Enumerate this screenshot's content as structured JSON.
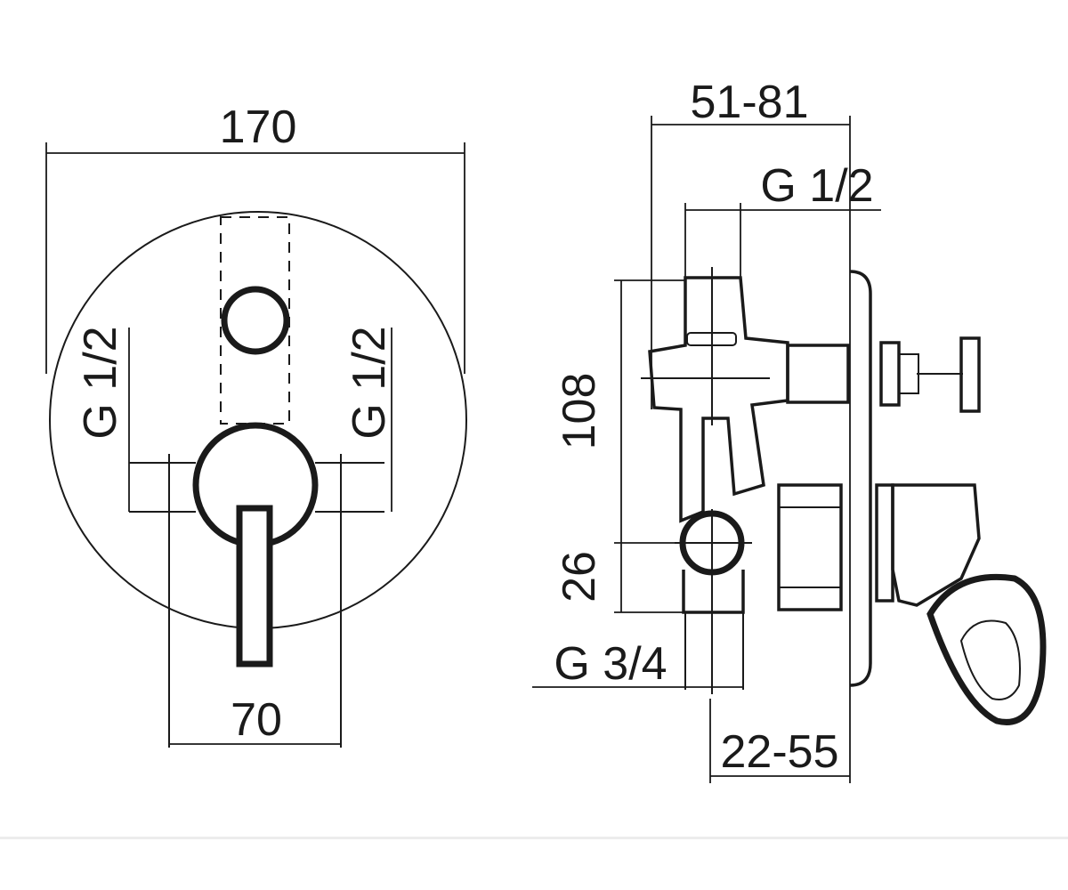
{
  "front_view": {
    "width_label": "170",
    "inlet_left_label": "G 1/2",
    "inlet_right_label": "G 1/2",
    "spacing_label": "70"
  },
  "side_view": {
    "depth_label": "51-81",
    "top_thread_label": "G 1/2",
    "height_label": "108",
    "offset_label": "26",
    "bottom_thread_label": "G 3/4",
    "wall_depth_label": "22-55"
  }
}
